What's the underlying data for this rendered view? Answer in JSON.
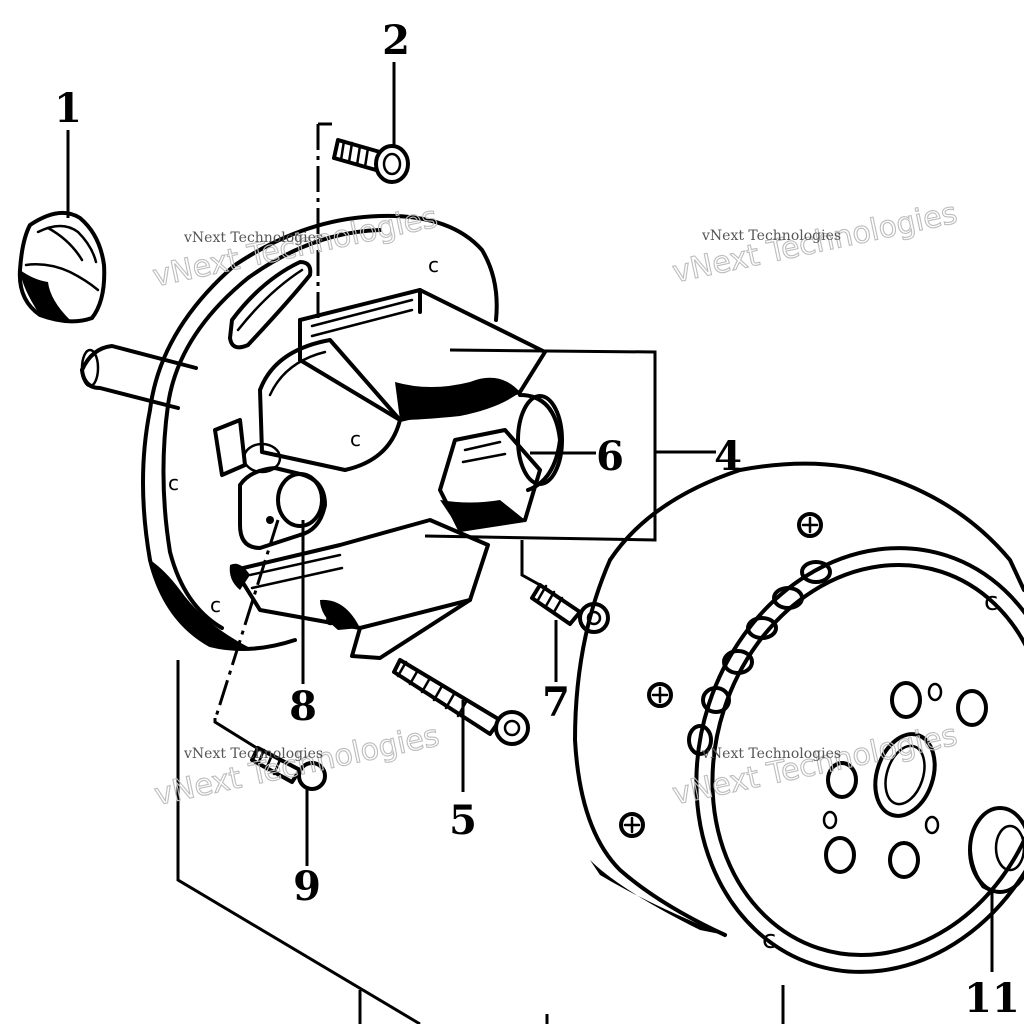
{
  "callouts": [
    {
      "id": "1",
      "label": "1"
    },
    {
      "id": "2",
      "label": "2"
    },
    {
      "id": "4",
      "label": "4"
    },
    {
      "id": "5",
      "label": "5"
    },
    {
      "id": "6",
      "label": "6"
    },
    {
      "id": "7",
      "label": "7"
    },
    {
      "id": "8",
      "label": "8"
    },
    {
      "id": "9",
      "label": "9"
    },
    {
      "id": "11",
      "label": "11"
    }
  ],
  "watermark": {
    "big": "vNext Technologies",
    "small": "vNext Technologies"
  }
}
